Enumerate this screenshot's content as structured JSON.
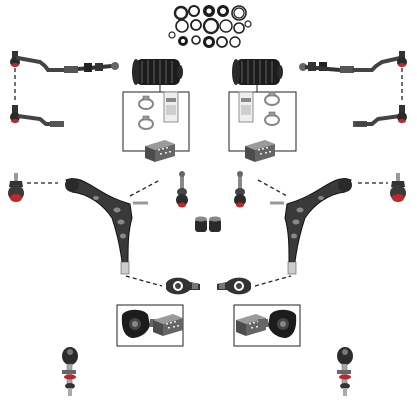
{
  "colors": {
    "background": "#ffffff",
    "rubber": "#1c1c1c",
    "metal": "#a8a8a8",
    "dark_metal": "#333333",
    "accent_red": "#c0262a",
    "grease_box": "#5a5a5a"
  },
  "parts": [
    {
      "name": "steering-rack-repair-kit",
      "icon": "seal-rings-kit-icon"
    },
    {
      "name": "tie-rod-assembly-left",
      "icon": "tie-rod-icon"
    },
    {
      "name": "tie-rod-assembly-right",
      "icon": "tie-rod-icon"
    },
    {
      "name": "steering-rack-boot-kit-left",
      "icon": "bellows-boot-kit-icon"
    },
    {
      "name": "steering-rack-boot-kit-right",
      "icon": "bellows-boot-kit-icon"
    },
    {
      "name": "tie-rod-end-left",
      "icon": "tie-rod-end-icon"
    },
    {
      "name": "tie-rod-end-right",
      "icon": "tie-rod-end-icon"
    },
    {
      "name": "ball-joint-left",
      "icon": "ball-joint-icon"
    },
    {
      "name": "ball-joint-right",
      "icon": "ball-joint-icon"
    },
    {
      "name": "control-arm-left",
      "icon": "control-arm-icon"
    },
    {
      "name": "control-arm-right",
      "icon": "control-arm-icon"
    },
    {
      "name": "stabilizer-link-top-left",
      "icon": "stabilizer-link-icon"
    },
    {
      "name": "stabilizer-link-top-right",
      "icon": "stabilizer-link-icon"
    },
    {
      "name": "control-arm-bushings",
      "icon": "bushing-pair-icon"
    },
    {
      "name": "bushing-bracket-left",
      "icon": "bushing-bracket-icon"
    },
    {
      "name": "bushing-bracket-right",
      "icon": "bushing-bracket-icon"
    },
    {
      "name": "bushing-kit-left",
      "icon": "bushing-with-mount-icon"
    },
    {
      "name": "bushing-kit-right",
      "icon": "bushing-with-mount-icon"
    },
    {
      "name": "stabilizer-link-bottom-left",
      "icon": "drop-link-icon"
    },
    {
      "name": "stabilizer-link-bottom-right",
      "icon": "drop-link-icon"
    }
  ]
}
